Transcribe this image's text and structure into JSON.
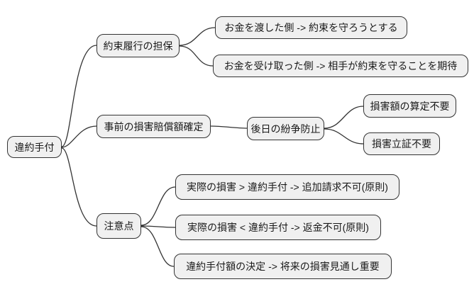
{
  "diagram": {
    "type": "mindmap",
    "root": {
      "label": "違約手付"
    },
    "branches": [
      {
        "label": "約束履行の担保",
        "children": [
          {
            "label": "お金を渡した側 -> 約束を守ろうとする"
          },
          {
            "label": "お金を受け取った側 -> 相手が約束を守ることを期待"
          }
        ]
      },
      {
        "label": "事前の損害賠償額確定",
        "children": [
          {
            "label": "後日の紛争防止",
            "children": [
              {
                "label": "損害額の算定不要"
              },
              {
                "label": "損害立証不要"
              }
            ]
          }
        ]
      },
      {
        "label": "注意点",
        "children": [
          {
            "label": "実際の損害 > 違約手付 -> 追加請求不可(原則)"
          },
          {
            "label": "実際の損害 < 違約手付 -> 返金不可(原則)"
          },
          {
            "label": "違約手付額の決定 -> 将来の損害見通し重要"
          }
        ]
      }
    ],
    "colors": {
      "background": "#ffffff",
      "node_fill": "#f0f0f0",
      "node_border": "#333333",
      "edge": "#333333",
      "text": "#1a1a1a"
    }
  }
}
